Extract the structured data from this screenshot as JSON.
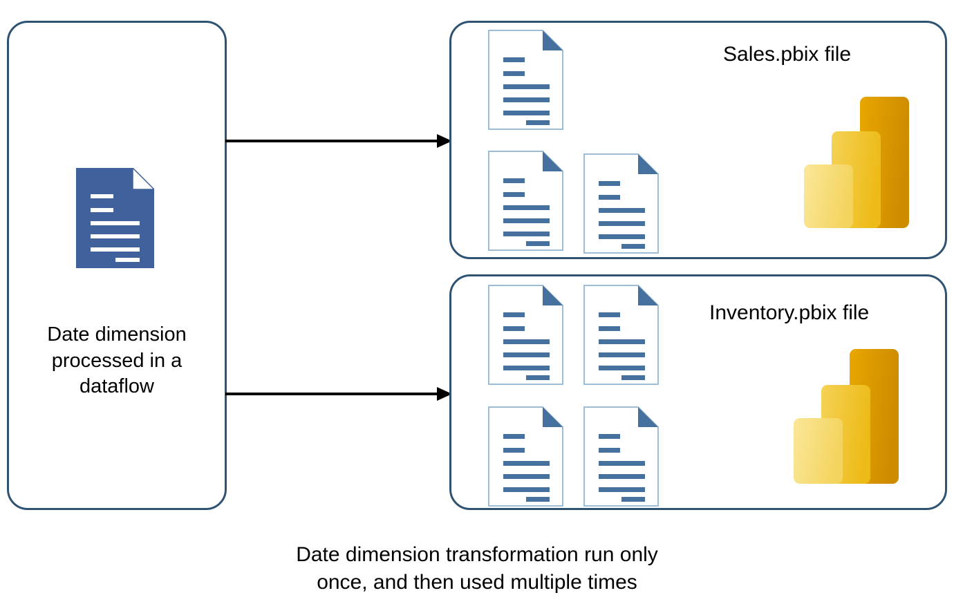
{
  "diagram": {
    "title": "Date dimension dataflow reuse diagram",
    "colors": {
      "box_border": "#2E5272",
      "doc_fill_blue": "#41619C",
      "doc_line_blue": "#46719F",
      "doc_outline": "#9DBCD6",
      "arrow": "#000000",
      "pbi_light": "#F6DC6E",
      "pbi_mid": "#F0C32C",
      "pbi_dark": "#D79200"
    }
  },
  "source_box": {
    "name": "Date dimension dataflow",
    "icon": "document-icon",
    "caption": "Date dimension\nprocessed in a\ndataflow"
  },
  "targets": [
    {
      "id": "sales",
      "label": "Sales.pbix file",
      "document_count": 3,
      "logo": "power-bi-logo"
    },
    {
      "id": "inventory",
      "label": "Inventory.pbix file",
      "document_count": 4,
      "logo": "power-bi-logo"
    }
  ],
  "arrows": [
    {
      "id": "arrow-top",
      "from": "source_box",
      "to": "sales"
    },
    {
      "id": "arrow-bottom",
      "from": "source_box",
      "to": "inventory"
    }
  ],
  "footer": {
    "caption": "Date dimension transformation run only\nonce, and then used multiple times"
  }
}
